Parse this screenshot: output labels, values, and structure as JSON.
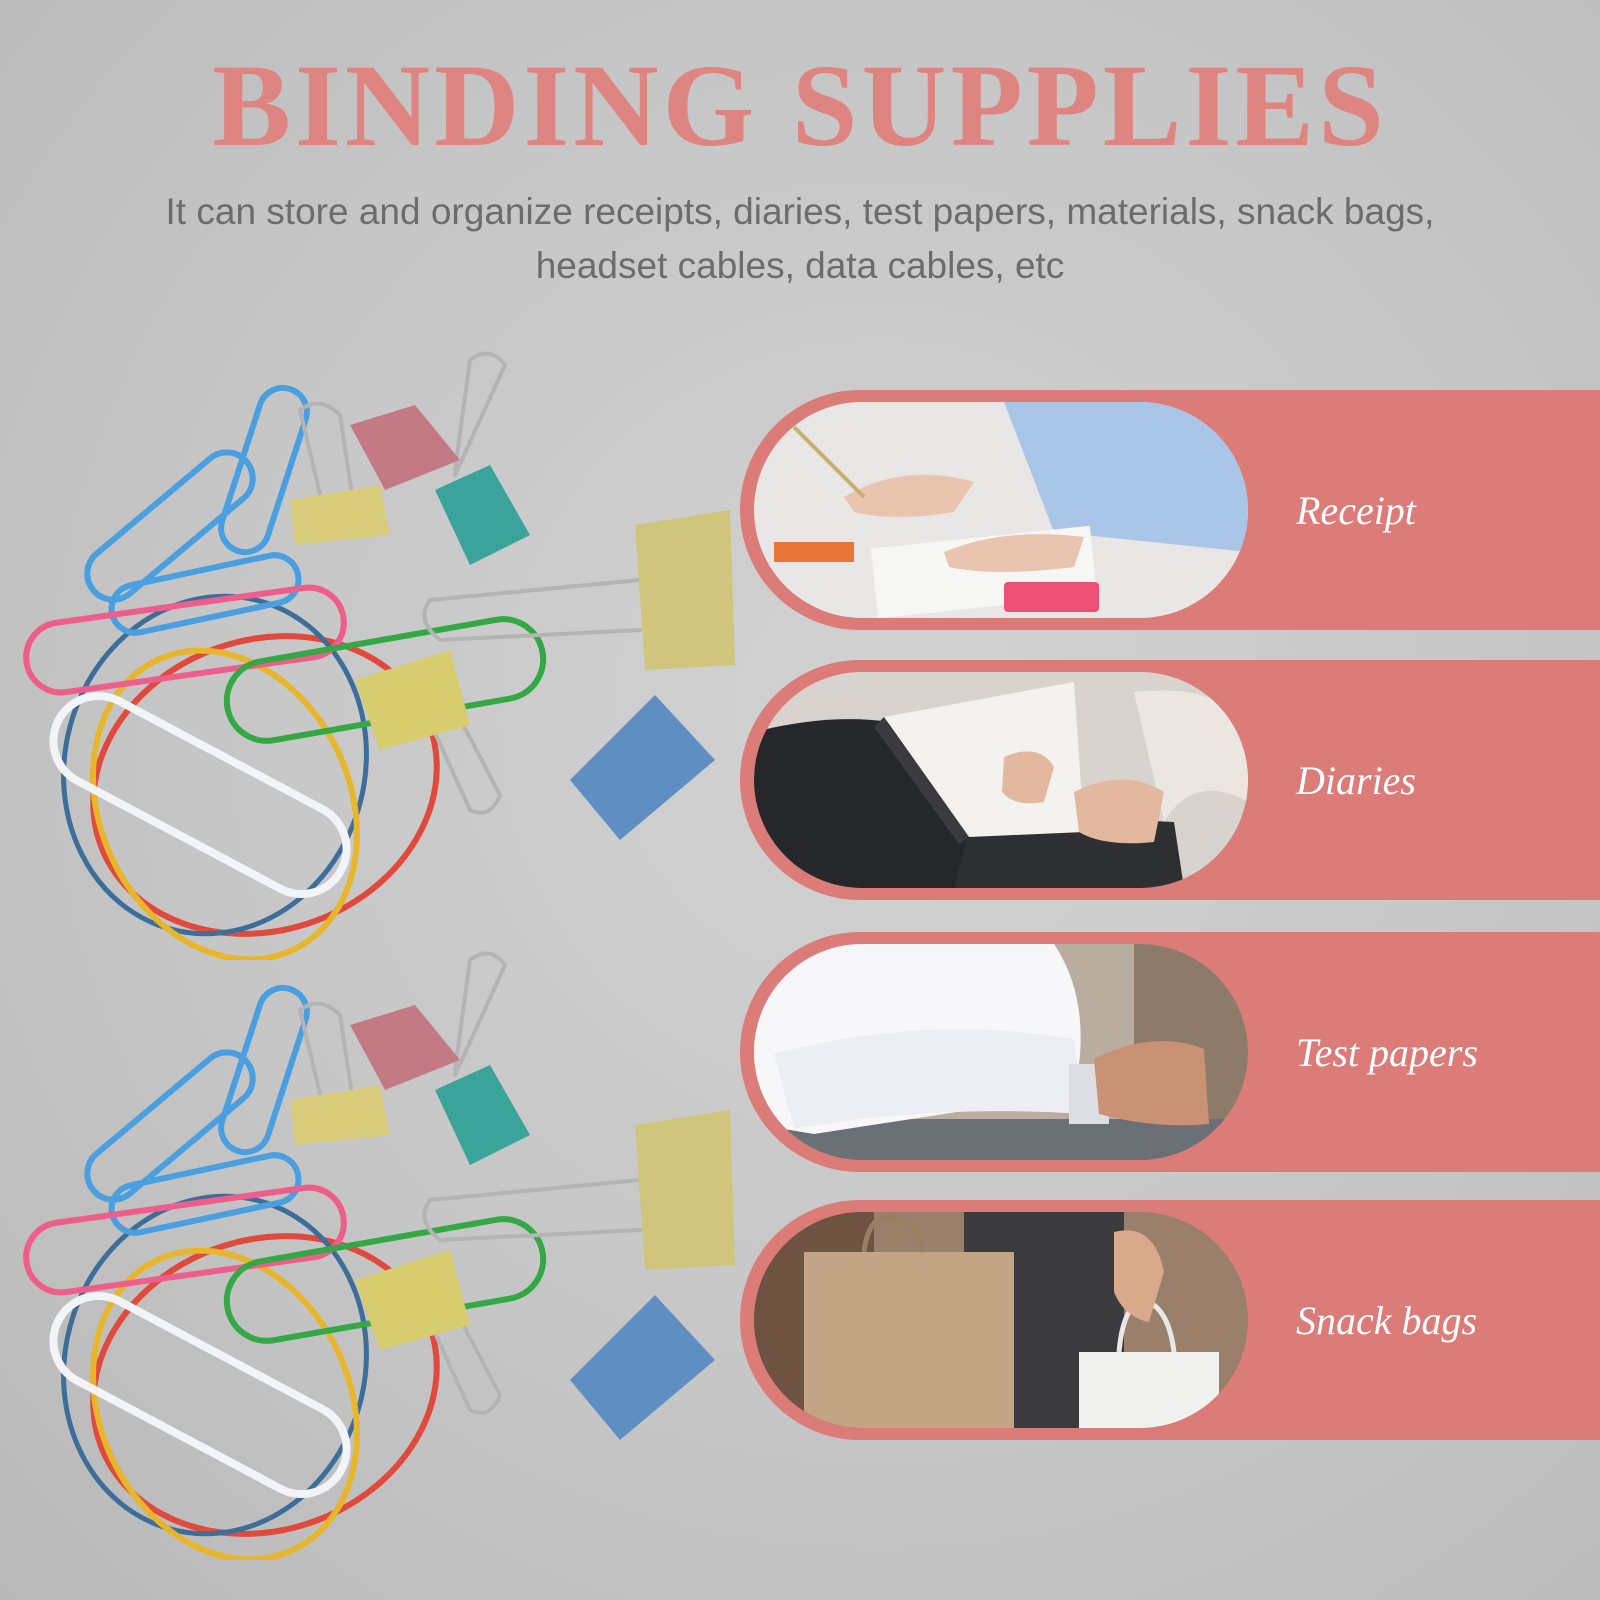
{
  "header": {
    "title": "BINDING SUPPLIES",
    "subtitle": "It can store and organize receipts, diaries, test papers, materials, snack bags, headset cables, data cables, etc"
  },
  "uses": [
    {
      "label": "Receipt"
    },
    {
      "label": "Diaries"
    },
    {
      "label": "Test papers"
    },
    {
      "label": "Snack bags"
    }
  ],
  "colors": {
    "background": "#c9c9c9",
    "accent": "#db7c79",
    "title": "#de8582",
    "subtitle": "#6c6c6c",
    "label": "#ffffff"
  }
}
